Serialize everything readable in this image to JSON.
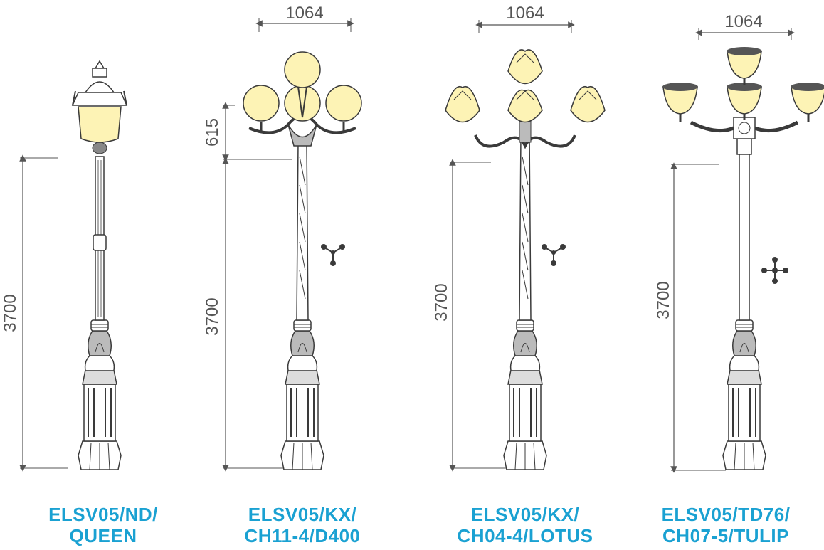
{
  "colors": {
    "caption": "#1aa1d2",
    "lamp_fill": "#fdf3b5",
    "line": "#3a3a3a",
    "dimension": "#555555"
  },
  "products": [
    {
      "code_line1": "ELSV05/ND/",
      "code_line2": "QUEEN",
      "height_label": "3700",
      "width_label": "",
      "arm_label": "",
      "lamp": "lantern",
      "symbol": ""
    },
    {
      "code_line1": "ELSV05/KX/",
      "code_line2": "CH11-4/D400",
      "height_label": "3700",
      "width_label": "1064",
      "arm_label": "615",
      "lamp": "globe",
      "symbol": "three-arm-icon"
    },
    {
      "code_line1": "ELSV05/KX/",
      "code_line2": "CH04-4/LOTUS",
      "height_label": "3700",
      "width_label": "1064",
      "arm_label": "",
      "lamp": "lotus",
      "symbol": "three-arm-icon"
    },
    {
      "code_line1": "ELSV05/TD76/",
      "code_line2": "CH07-5/TULIP",
      "height_label": "3700",
      "width_label": "1064",
      "arm_label": "",
      "lamp": "tulip",
      "symbol": "four-arm-icon"
    }
  ]
}
